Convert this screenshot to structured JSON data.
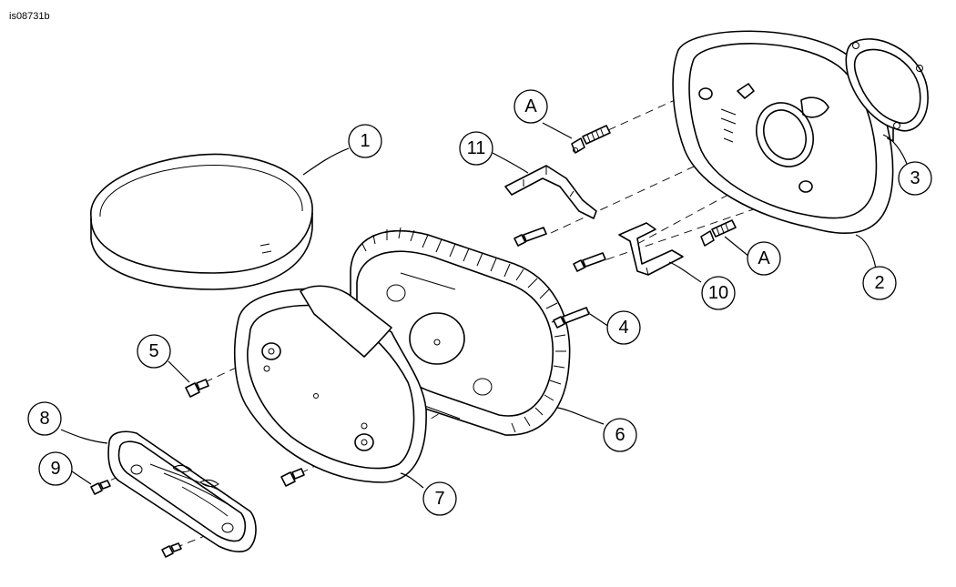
{
  "figure_id": "is08731b",
  "callouts": [
    {
      "label": "1"
    },
    {
      "label": "2"
    },
    {
      "label": "3"
    },
    {
      "label": "4"
    },
    {
      "label": "5"
    },
    {
      "label": "6"
    },
    {
      "label": "7"
    },
    {
      "label": "8"
    },
    {
      "label": "9"
    },
    {
      "label": "10"
    },
    {
      "label": "11"
    },
    {
      "label": "A"
    },
    {
      "label": "A"
    }
  ]
}
